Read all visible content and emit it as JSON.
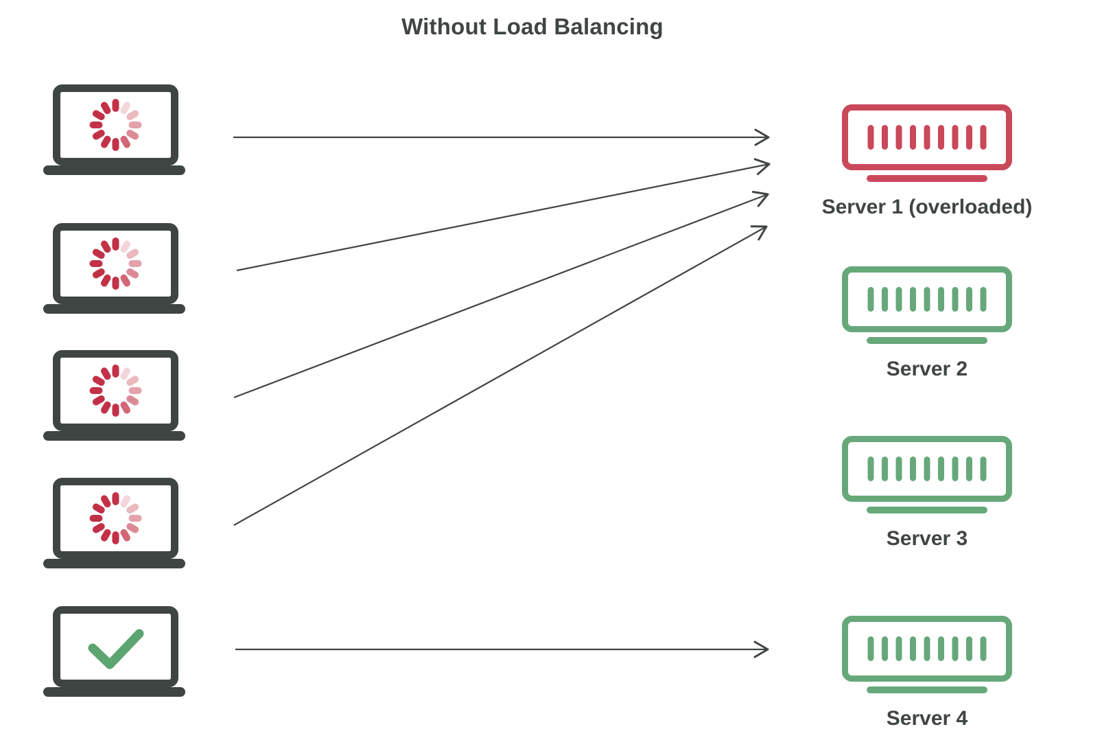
{
  "title": "Without Load Balancing",
  "colors": {
    "dark": "#3F4543",
    "spinner_red": "#C23147",
    "check_green": "#5CA470",
    "server_red": "#C9485A",
    "server_green": "#67A87A"
  },
  "clients": [
    {
      "name": "client-1",
      "state": "loading",
      "icon": "loading-spinner"
    },
    {
      "name": "client-2",
      "state": "loading",
      "icon": "loading-spinner"
    },
    {
      "name": "client-3",
      "state": "loading",
      "icon": "loading-spinner"
    },
    {
      "name": "client-4",
      "state": "loading",
      "icon": "loading-spinner"
    },
    {
      "name": "client-5",
      "state": "served",
      "icon": "check"
    }
  ],
  "servers": [
    {
      "label": "Server 1 (overloaded)",
      "state": "overloaded",
      "color": "server_red"
    },
    {
      "label": "Server 2",
      "state": "healthy",
      "color": "server_green"
    },
    {
      "label": "Server 3",
      "state": "healthy",
      "color": "server_green"
    },
    {
      "label": "Server 4",
      "state": "healthy",
      "color": "server_green"
    }
  ],
  "connections": [
    {
      "from": "client-1",
      "to": "server-1"
    },
    {
      "from": "client-2",
      "to": "server-1"
    },
    {
      "from": "client-3",
      "to": "server-1"
    },
    {
      "from": "client-4",
      "to": "server-1"
    },
    {
      "from": "client-5",
      "to": "server-4"
    }
  ],
  "spinner_opacities": [
    1,
    0.2,
    0.34,
    0.45,
    0.57,
    0.74,
    1,
    1,
    1,
    1,
    1,
    1
  ]
}
